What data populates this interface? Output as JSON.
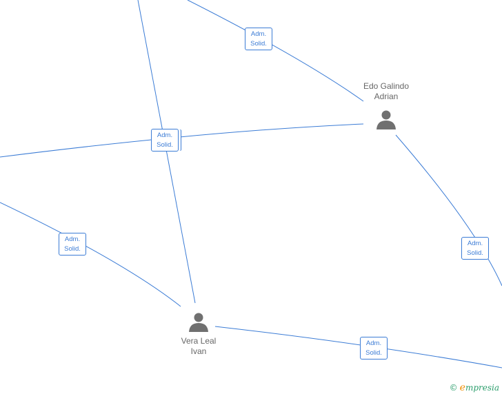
{
  "people": [
    {
      "id": "edo",
      "name_line1": "Edo Galindo",
      "name_line2": "Adrian"
    },
    {
      "id": "vera",
      "name_line1": "Vera Leal",
      "name_line2": "Ivan"
    }
  ],
  "relation": {
    "line1": "Adm.",
    "line2": "Solid."
  },
  "brand": {
    "copyright": "©",
    "e": "e",
    "rest": "mpresia"
  },
  "colors": {
    "edge": "#3a7bd5",
    "person": "#707070"
  }
}
